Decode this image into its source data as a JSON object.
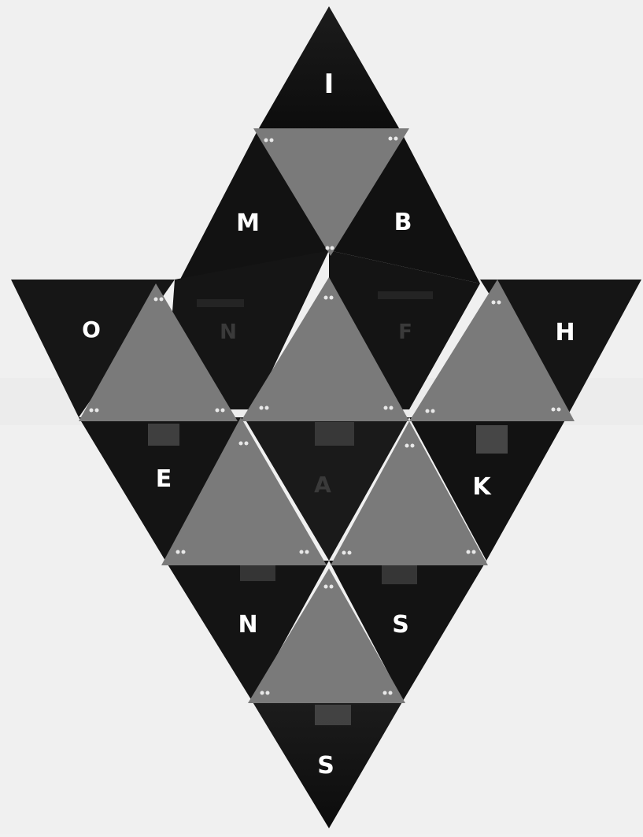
{
  "puzzle": {
    "letters": {
      "top": "I",
      "m": "M",
      "b": "B",
      "o": "O",
      "n_faint": "N",
      "f_faint": "F",
      "h": "H",
      "e": "E",
      "a_faint": "A",
      "k": "K",
      "n": "N",
      "s_right": "S",
      "s_bottom": "S"
    }
  }
}
